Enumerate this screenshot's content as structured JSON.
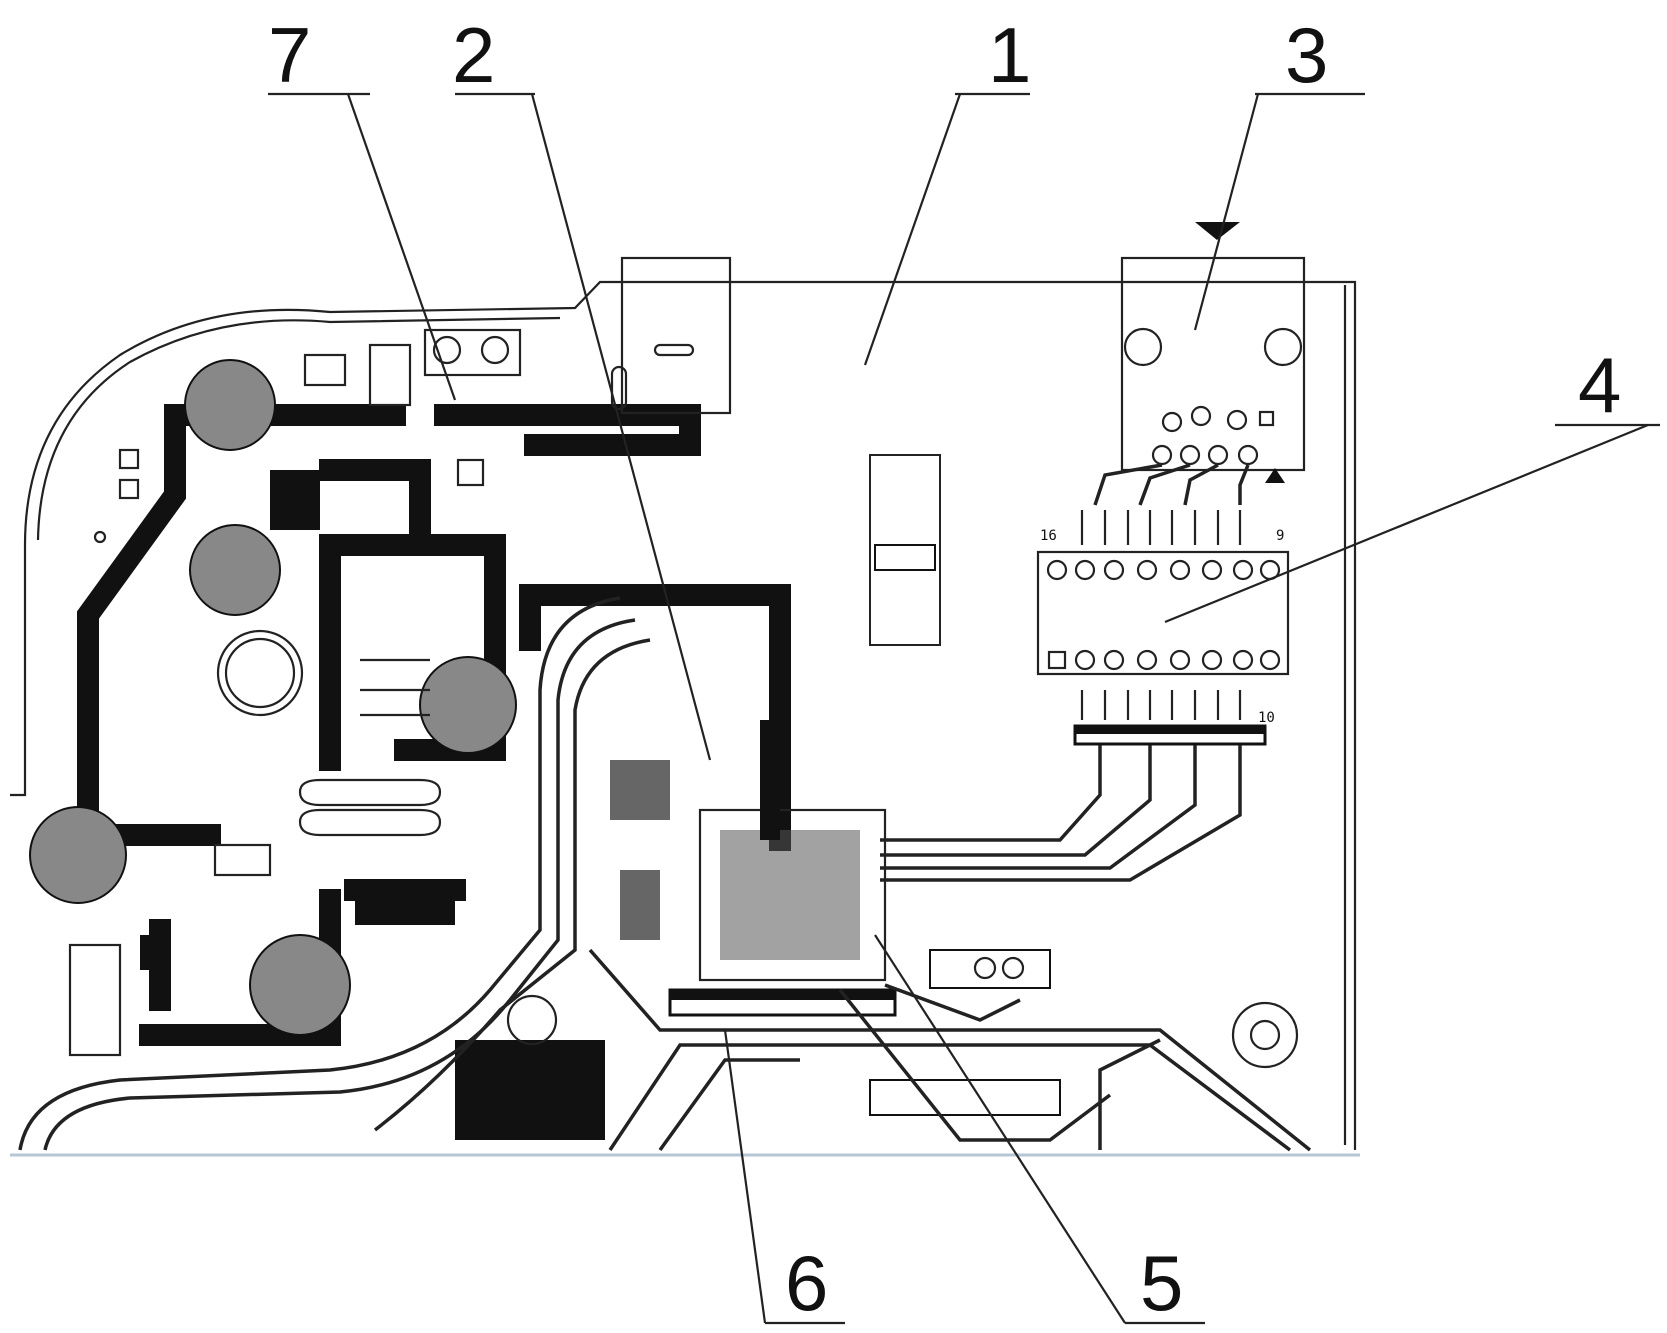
{
  "figure": {
    "callouts": [
      {
        "number": "1"
      },
      {
        "number": "2"
      },
      {
        "number": "3"
      },
      {
        "number": "4"
      },
      {
        "number": "5"
      },
      {
        "number": "6"
      },
      {
        "number": "7"
      }
    ],
    "connector_pin_labels": {
      "top_left": "16",
      "top_right": "9",
      "bottom_right": "10"
    },
    "colors": {
      "ink": "#111111",
      "base_line": "#b7c6d6",
      "paper": "#ffffff"
    }
  }
}
